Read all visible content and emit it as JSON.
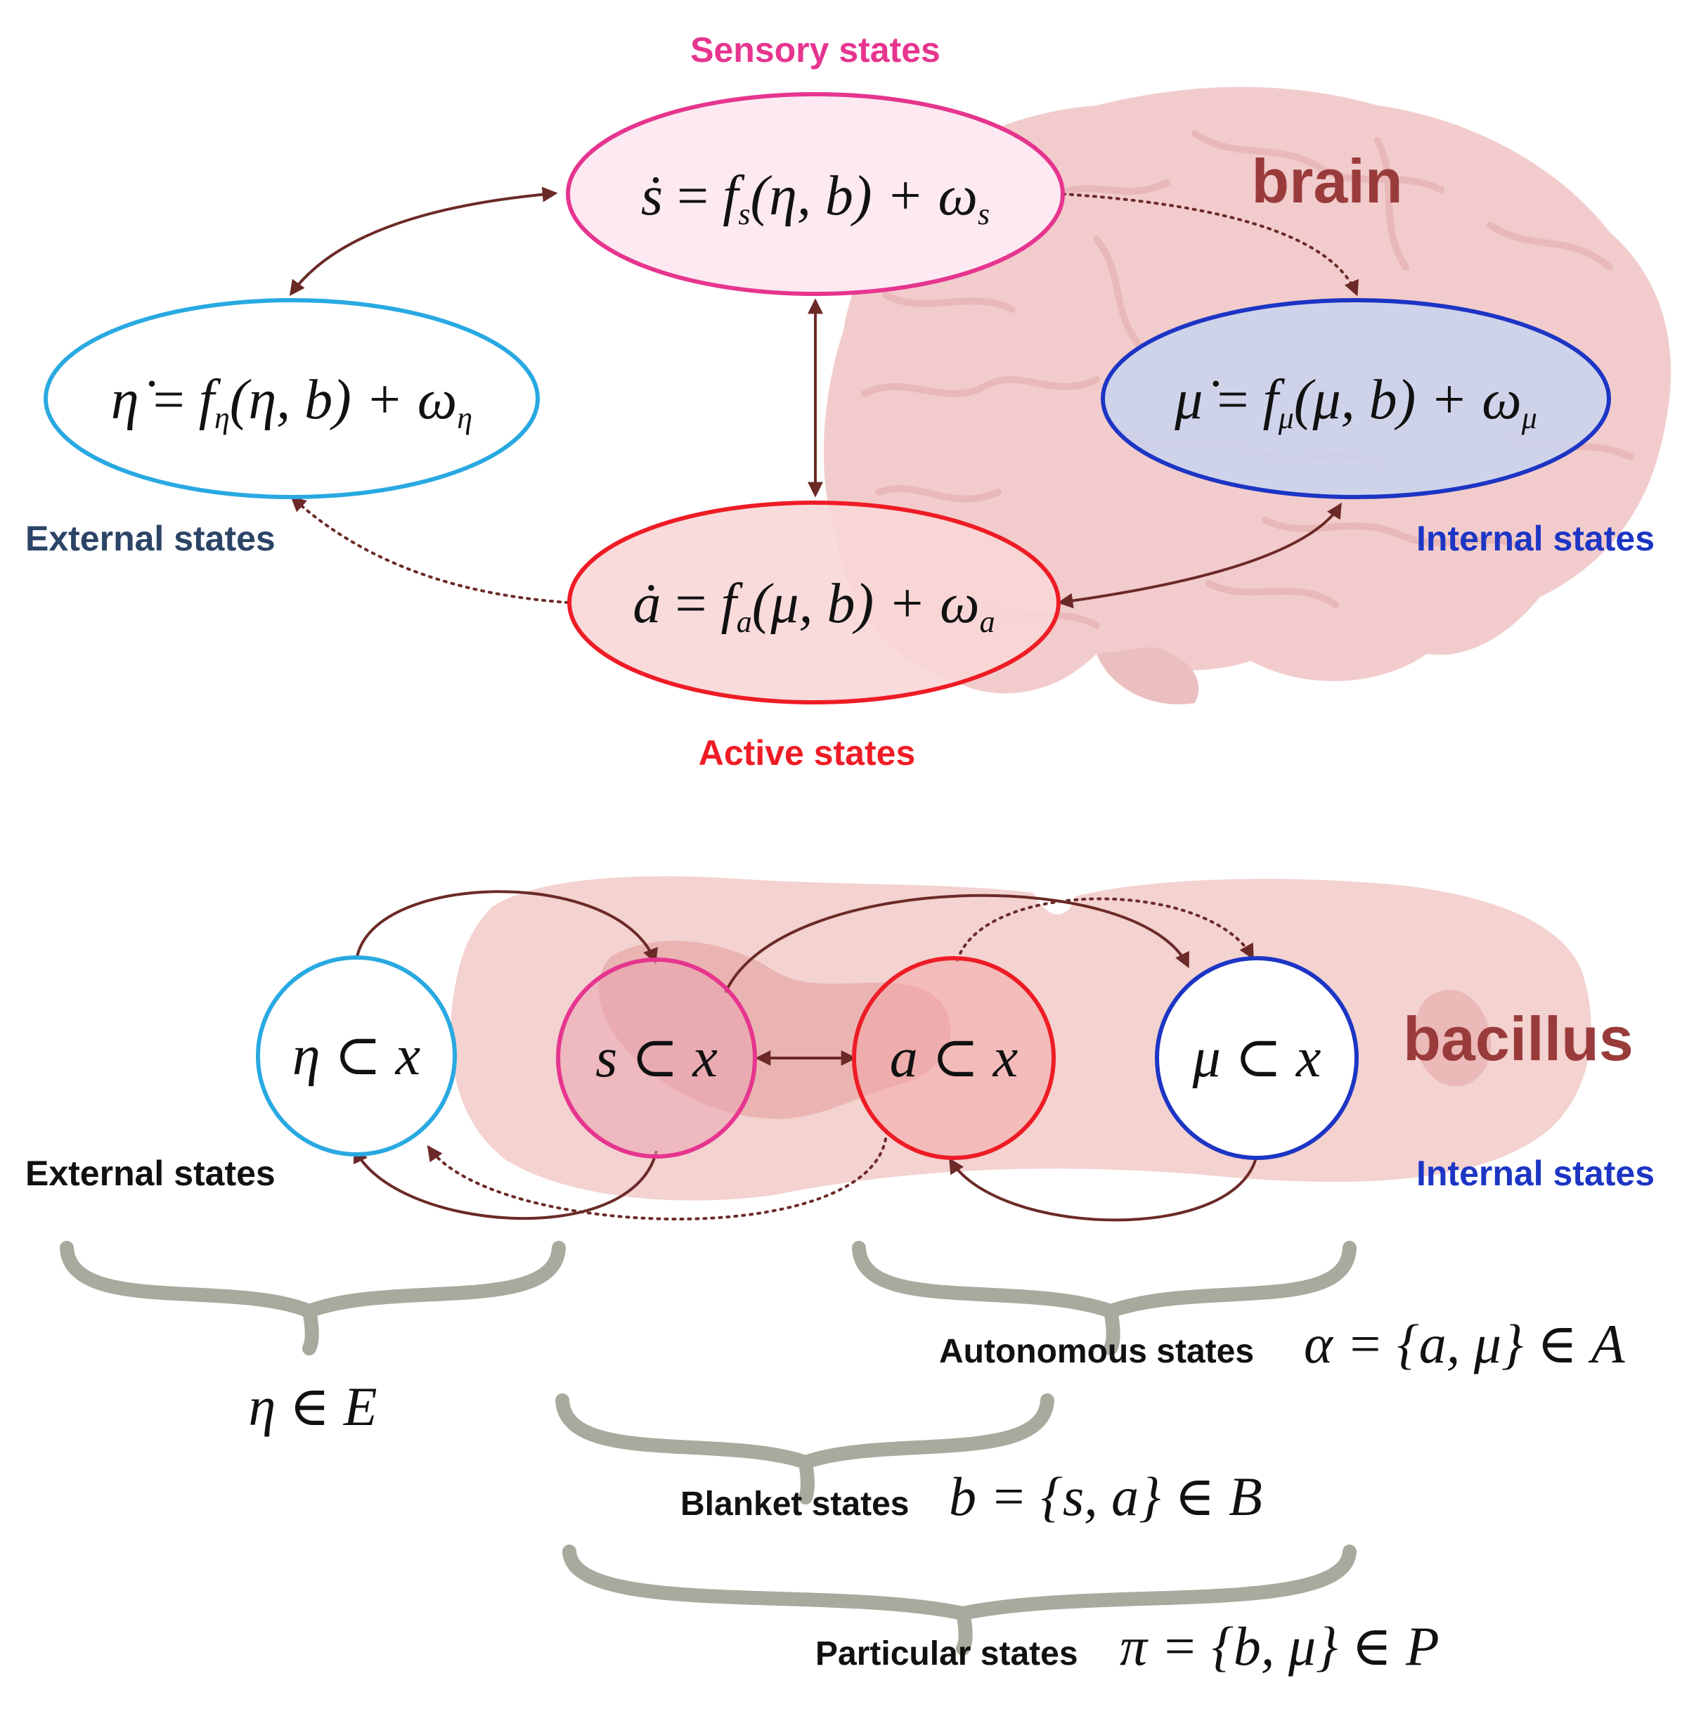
{
  "colors": {
    "sensory": "#e6358f",
    "external": "#29a9e1",
    "internal": "#1c35c4",
    "active": "#ee1c25",
    "external_label": "#2c4466",
    "organism_label": "#9a3b3b",
    "arrow": "#6b2a27",
    "brace": "#a9a99e",
    "tissue": "#f2c9c6"
  },
  "top": {
    "sensory_title": "Sensory states",
    "external_label": "External states",
    "internal_label": "Internal states",
    "active_title": "Active states",
    "organism": "brain",
    "sensory_eq": {
      "lhs": "ṡ",
      "f": "f",
      "sub": "s",
      "args": "(η, b) + ω",
      "noise_sub": "s"
    },
    "external_eq": {
      "lhs": "η̇",
      "f": "f",
      "sub": "η",
      "args": "(η, b) + ω",
      "noise_sub": "η"
    },
    "internal_eq": {
      "lhs": "μ̇",
      "f": "f",
      "sub": "μ",
      "args": "(μ, b) + ω",
      "noise_sub": "μ"
    },
    "active_eq": {
      "lhs": "ȧ",
      "f": "f",
      "sub": "a",
      "args": "(μ, b) + ω",
      "noise_sub": "a"
    }
  },
  "bottom": {
    "organism": "bacillus",
    "external_label": "External states",
    "internal_label": "Internal states",
    "nodes": [
      "η ⊂ x",
      "s ⊂ x",
      "a ⊂ x",
      "μ ⊂ x"
    ],
    "external_set": "η ∈ E",
    "autonomous_label": "Autonomous states",
    "autonomous_set": "α = {a, μ} ∈ A",
    "blanket_label": "Blanket states",
    "blanket_set": "b = {s, a} ∈ B",
    "particular_label": "Particular states",
    "particular_set": "π = {b, μ} ∈ P"
  }
}
